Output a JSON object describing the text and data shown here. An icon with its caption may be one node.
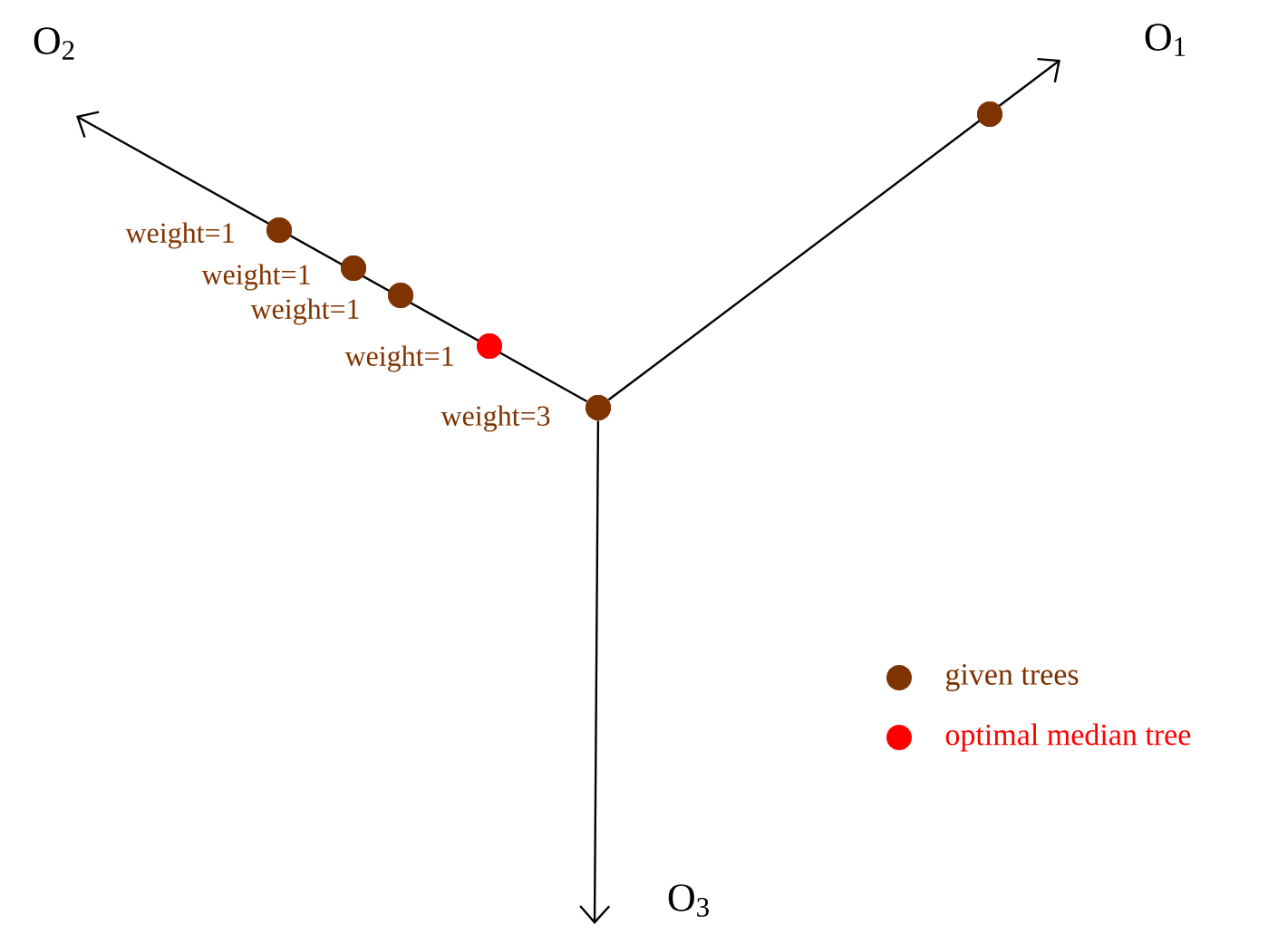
{
  "diagram": {
    "nodes": [
      {
        "text": [],
        "shape": "circle",
        "beside": [
          "weight=1"
        ]
      },
      {
        "text": [],
        "shape": "circle",
        "beside": [
          "weight=1"
        ]
      },
      {
        "text": [],
        "shape": "circle",
        "beside": [
          "weight=1"
        ]
      },
      {
        "text": [],
        "shape": "circle",
        "beside": [
          "weight=1"
        ]
      },
      {
        "text": [],
        "shape": "circle",
        "beside": [
          "weight=3"
        ]
      },
      {
        "text": [],
        "shape": "circle"
      }
    ],
    "edges": [
      {
        "from": 4,
        "to": null,
        "arrow": "to"
      },
      {
        "from": 4,
        "to": null,
        "arrow": "to"
      },
      {
        "from": 4,
        "to": null,
        "arrow": "to"
      }
    ],
    "labels": [
      "O$_{2}$",
      "O$_{1}$",
      "O$_{3}$"
    ],
    "legend": [
      {
        "text": "given trees",
        "color": "#7f3300"
      },
      {
        "text": "optimal median tree",
        "color": "#ff0000"
      }
    ]
  }
}
